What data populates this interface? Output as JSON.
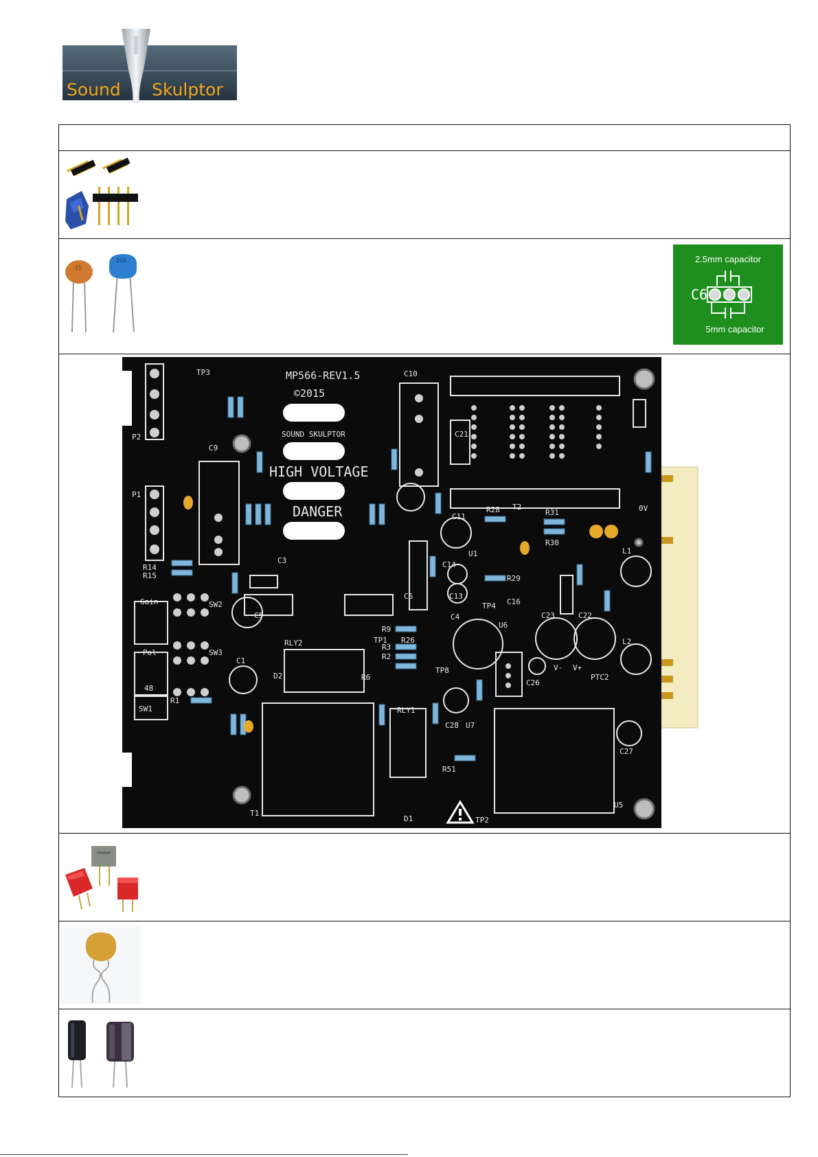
{
  "logo": {
    "word_left": "Sound",
    "word_right": "Skulptor",
    "colors": {
      "bg": "#3a4f5c",
      "text": "#f2a51a",
      "bar": "#7a8f9b"
    }
  },
  "table": {
    "header_text": "",
    "rows": [
      {
        "id": "jumpers",
        "image": "pin-header-jumper-icon"
      },
      {
        "id": "ceramic",
        "image": "ceramic-capacitor-icon",
        "cap_labels": [
          "15",
          "104"
        ]
      },
      {
        "id": "pcb",
        "image": "pcb-board"
      },
      {
        "id": "film",
        "image": "film-capacitor-icon"
      },
      {
        "id": "tantalum",
        "image": "tantalum-capacitor-icon"
      },
      {
        "id": "electrolytic",
        "image": "electrolytic-capacitor-icon"
      }
    ]
  },
  "capacitor_note": {
    "top_label": "2.5mm capacitor",
    "ref": "C6",
    "bottom_label": "5mm capacitor",
    "color": "#1e8f1e"
  },
  "pcb": {
    "title": "MP566-REV1.5",
    "copyright": "©2015",
    "brand": "SOUND SKULPTOR",
    "warning_1": "HIGH VOLTAGE",
    "warning_2": "DANGER",
    "labels": {
      "p1": "P1",
      "p2": "P2",
      "tp1": "TP1",
      "tp2": "TP2",
      "tp3": "TP3",
      "tp4": "TP4",
      "tp8": "TP8",
      "c1": "C1",
      "c3": "C3",
      "c4": "C4",
      "c5": "C5",
      "c6": "C6",
      "c9": "C9",
      "c10": "C10",
      "c11": "C11",
      "c13": "C13",
      "c14": "C14",
      "c16": "C16",
      "c21": "C21",
      "c22": "C22",
      "c23": "C23",
      "c26": "C26",
      "c27": "C27",
      "c28": "C28",
      "r1": "R1",
      "r14": "R14",
      "r15": "R15",
      "r26": "R26",
      "r28": "R28",
      "r29": "R29",
      "r30": "R30",
      "r31": "R31",
      "r51": "R51",
      "r9": "R9",
      "r3": "R3",
      "r2": "R2",
      "r6": "R6",
      "rly1": "RLY1",
      "rly2": "RLY2",
      "t1": "T1",
      "t2": "T2",
      "u1": "U1",
      "u5": "U5",
      "u6": "U6",
      "u7": "U7",
      "l1": "L1",
      "l2": "L2",
      "d1": "D1",
      "d2": "D2",
      "sw1": "SW1",
      "sw2": "SW2",
      "sw3": "SW3",
      "ov": "0V",
      "vminus": "V-",
      "vplus": "V+",
      "ptc2": "PTC2",
      "gain": "Gain",
      "pol": "Pol",
      "p48": "48"
    }
  }
}
